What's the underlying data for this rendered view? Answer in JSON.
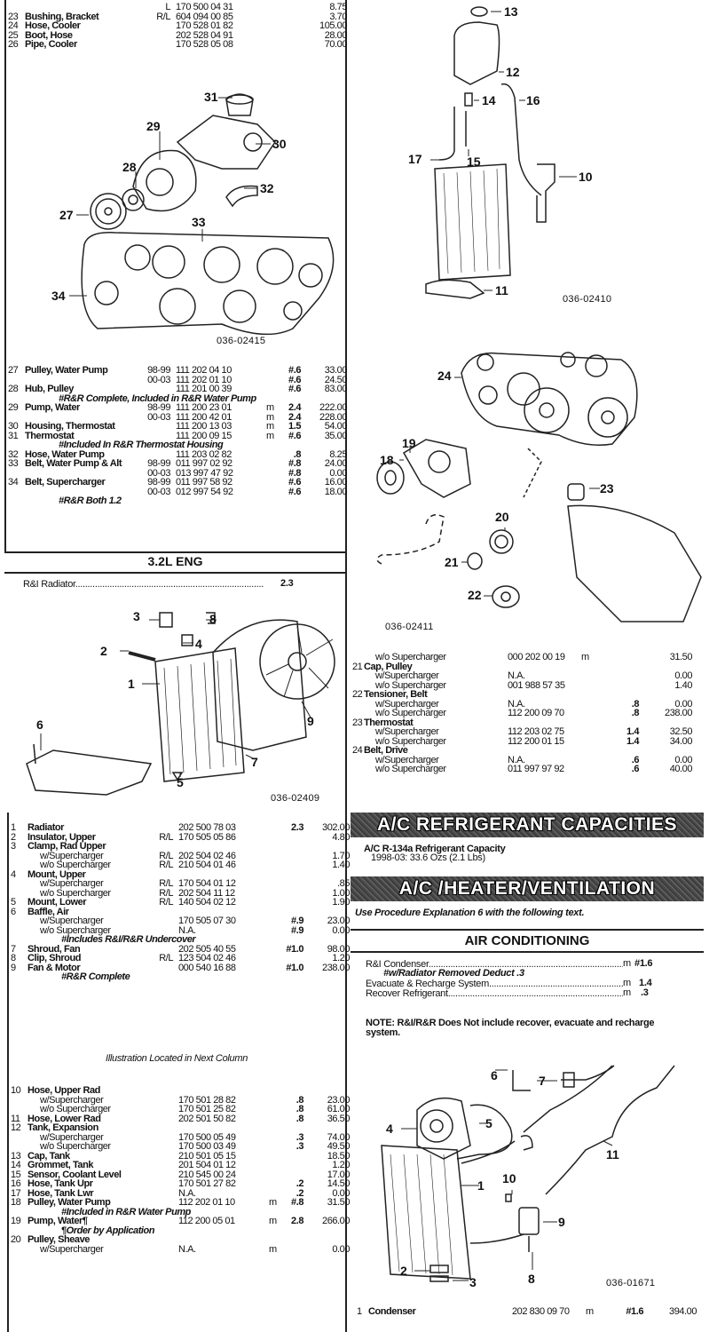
{
  "left_column": {
    "block_a": {
      "rows": [
        {
          "code": "L",
          "part": "170 500 04 31",
          "price": "8.75"
        },
        {
          "num": "23",
          "name": "Bushing, Bracket",
          "code": "R/L",
          "part": "604 094 00 85",
          "price": "3.70"
        },
        {
          "num": "24",
          "name": "Hose, Cooler",
          "part": "170 528 01 82",
          "price": "105.00"
        },
        {
          "num": "25",
          "name": "Boot, Hose",
          "part": "202 528 04 91",
          "price": "28.00"
        },
        {
          "num": "26",
          "name": "Pipe, Cooler",
          "part": "170 528 05 08",
          "price": "70.00"
        }
      ]
    },
    "block_b": {
      "rows": [
        {
          "num": "27",
          "name": "Pulley, Water Pump",
          "code": "98-99",
          "part": "111 202 04 10",
          "labor": "#.6",
          "price": "33.00"
        },
        {
          "code": "00-03",
          "part": "111 202 01 10",
          "labor": "#.6",
          "price": "24.50"
        },
        {
          "num": "28",
          "name": "Hub, Pulley",
          "part": "111 201 00 39",
          "labor": "#.6",
          "price": "83.00"
        },
        {
          "note": "#R&R Complete, Included in R&R Water Pump"
        },
        {
          "num": "29",
          "name": "Pump, Water",
          "code": "98-99",
          "part": "111 200 23 01",
          "m": "m",
          "labor": "2.4",
          "price": "222.00"
        },
        {
          "code": "00-03",
          "part": "111 200 42 01",
          "m": "m",
          "labor": "2.4",
          "price": "228.00"
        },
        {
          "num": "30",
          "name": "Housing, Thermostat",
          "part": "111 200 13 03",
          "m": "m",
          "labor": "1.5",
          "price": "54.00"
        },
        {
          "num": "31",
          "name": "Thermostat",
          "part": "111 200 09 15",
          "m": "m",
          "labor": "#.6",
          "price": "35.00"
        },
        {
          "note": "#Included In R&R Thermostat Housing"
        },
        {
          "num": "32",
          "name": "Hose, Water Pump",
          "part": "111 203 02 82",
          "labor": ".8",
          "price": "8.25"
        },
        {
          "num": "33",
          "name": "Belt, Water Pump & Alt",
          "code": "98-99",
          "part": "011 997 02 92",
          "labor": "#.8",
          "price": "24.00"
        },
        {
          "code": "00-03",
          "part": "013 997 47 92",
          "labor": "#.8",
          "price": "0.00"
        },
        {
          "num": "34",
          "name": "Belt, Supercharger",
          "code": "98-99",
          "part": "011 997 58 92",
          "labor": "#.6",
          "price": "16.00"
        },
        {
          "code": "00-03",
          "part": "012 997 54 92",
          "labor": "#.6",
          "price": "18.00"
        },
        {
          "note": "#R&R Both 1.2"
        }
      ]
    },
    "section_header": "3.2L ENG",
    "ri_radiator": {
      "label": "R&I Radiator",
      "dots": "..........................................................................................",
      "value": "2.3"
    },
    "block_c": {
      "rows": [
        {
          "num": "1",
          "name": "Radiator",
          "part": "202 500 78 03",
          "labor": "2.3",
          "price": "302.00"
        },
        {
          "num": "2",
          "name": "Insulator, Upper",
          "code": "R/L",
          "part": "170 505 05 86",
          "price": "4.80"
        },
        {
          "num": "3",
          "name": "Clamp, Rad Upper"
        },
        {
          "sub": "w/Supercharger",
          "code": "R/L",
          "part": "202 504 02 46",
          "price": "1.70"
        },
        {
          "sub": "w/o Supercharger",
          "code": "R/L",
          "part": "210 504 01 46",
          "price": "1.40"
        },
        {
          "num": "4",
          "name": "Mount, Upper"
        },
        {
          "sub": "w/Supercharger",
          "code": "R/L",
          "part": "170 504 01 12",
          "price": ".85"
        },
        {
          "sub": "w/o Supercharger",
          "code": "R/L",
          "part": "202 504 11 12",
          "price": "1.00"
        },
        {
          "num": "5",
          "name": "Mount, Lower",
          "code": "R/L",
          "part": "140 504 02 12",
          "price": "1.90"
        },
        {
          "num": "6",
          "name": "Baffle, Air"
        },
        {
          "sub": "w/Supercharger",
          "part": "170 505 07 30",
          "labor": "#.9",
          "price": "23.00"
        },
        {
          "sub": "w/o Supercharger",
          "part": "N.A.",
          "labor": "#.9",
          "price": "0.00"
        },
        {
          "note": "#Includes R&I/R&R Undercover"
        },
        {
          "num": "7",
          "name": "Shroud, Fan",
          "part": "202 505 40 55",
          "labor": "#1.0",
          "price": "98.00"
        },
        {
          "num": "8",
          "name": "Clip, Shroud",
          "code": "R/L",
          "part": "123 504 02 46",
          "price": "1.20"
        },
        {
          "num": "9",
          "name": "Fan & Motor",
          "part": "000 540 16 88",
          "labor": "#1.0",
          "price": "238.00"
        },
        {
          "note": "#R&R Complete"
        }
      ]
    },
    "illustration_note": "Illustration Located in Next Column",
    "block_d": {
      "rows": [
        {
          "num": "10",
          "name": "Hose, Upper Rad"
        },
        {
          "sub": "w/Supercharger",
          "part": "170 501 28 82",
          "labor": ".8",
          "price": "23.00"
        },
        {
          "sub": "w/o Supercharger",
          "part": "170 501 25 82",
          "labor": ".8",
          "price": "61.00"
        },
        {
          "num": "11",
          "name": "Hose, Lower Rad",
          "part": "202 501 50 82",
          "labor": ".8",
          "price": "36.50"
        },
        {
          "num": "12",
          "name": "Tank, Expansion"
        },
        {
          "sub": "w/Supercharger",
          "part": "170 500 05 49",
          "labor": ".3",
          "price": "74.00"
        },
        {
          "sub": "w/o Supercharger",
          "part": "170 500 03 49",
          "labor": ".3",
          "price": "49.50"
        },
        {
          "num": "13",
          "name": "Cap, Tank",
          "part": "210 501 05 15",
          "price": "18.50"
        },
        {
          "num": "14",
          "name": "Grommet, Tank",
          "part": "201 504 01 12",
          "price": "1.20"
        },
        {
          "num": "15",
          "name": "Sensor, Coolant Level",
          "part": "210 545 00 24",
          "price": "17.00"
        },
        {
          "num": "16",
          "name": "Hose, Tank Upr",
          "part": "170 501 27 82",
          "labor": ".2",
          "price": "14.50"
        },
        {
          "num": "17",
          "name": "Hose, Tank Lwr",
          "part": "N.A.",
          "labor": ".2",
          "price": "0.00"
        },
        {
          "num": "18",
          "name": "Pulley, Water Pump",
          "part": "112 202 01 10",
          "m": "m",
          "labor": "#.8",
          "price": "31.50"
        },
        {
          "note": "#Included in R&R Water Pump"
        },
        {
          "num": "19",
          "name": "Pump, Water¶",
          "part": "112 200 05 01",
          "m": "m",
          "labor": "2.8",
          "price": "266.00"
        },
        {
          "note": "¶Order by Application"
        },
        {
          "num": "20",
          "name": "Pulley, Sheave"
        },
        {
          "sub": "w/Supercharger",
          "part": "N.A.",
          "m": "m",
          "price": "0.00"
        }
      ]
    }
  },
  "right_column": {
    "block_e": {
      "rows": [
        {
          "sub": "w/o Supercharger",
          "part": "000 202 00 19",
          "m": "m",
          "price": "31.50"
        },
        {
          "num": "21",
          "name": "Cap, Pulley"
        },
        {
          "sub": "w/Supercharger",
          "part": "N.A.",
          "price": "0.00"
        },
        {
          "sub": "w/o Supercharger",
          "part": "001 988 57 35",
          "price": "1.40"
        },
        {
          "num": "22",
          "name": "Tensioner, Belt"
        },
        {
          "sub": "w/Supercharger",
          "part": "N.A.",
          "labor": ".8",
          "price": "0.00"
        },
        {
          "sub": "w/o Supercharger",
          "part": "112 200 09 70",
          "labor": ".8",
          "price": "238.00"
        },
        {
          "num": "23",
          "name": "Thermostat"
        },
        {
          "sub": "w/Supercharger",
          "part": "112 203 02 75",
          "labor": "1.4",
          "price": "32.50"
        },
        {
          "sub": "w/o Supercharger",
          "part": "112 200 01 15",
          "labor": "1.4",
          "price": "34.00"
        },
        {
          "num": "24",
          "name": "Belt, Drive"
        },
        {
          "sub": "w/Supercharger",
          "part": "N.A.",
          "labor": ".6",
          "price": "0.00"
        },
        {
          "sub": "w/o Supercharger",
          "part": "011 997 97 92",
          "labor": ".6",
          "price": "40.00"
        }
      ]
    },
    "refrigerant_banner": "A/C REFRIGERANT CAPACITIES",
    "refrigerant_title": "A/C R-134a Refrigerant Capacity",
    "refrigerant_value": "1998-03: 33.6 Ozs (2.1 Lbs)",
    "hvac_banner": "A/C /HEATER/VENTILATION",
    "procedure_note": "Use Procedure Explanation 6 with the following text.",
    "ac_header": "AIR CONDITIONING",
    "ac_ops": [
      {
        "label": "R&I Condenser",
        "dots": "..........................................................................................",
        "m": "m",
        "value": "#1.6"
      },
      {
        "note": "#w/Radiator Removed Deduct .3"
      },
      {
        "label": "Evacuate & Recharge System",
        "dots": "..........................................................................................",
        "m": "m",
        "value": "1.4"
      },
      {
        "label": "Recover Refrigerant",
        "dots": "..........................................................................................",
        "m": "m",
        "value": ".3"
      }
    ],
    "ac_note": "NOTE: R&I/R&R Does Not include recover, evacuate and recharge system.",
    "block_f": {
      "rows": [
        {
          "num": "1",
          "name": "Condenser",
          "part": "202 830 09 70",
          "m": "m",
          "labor": "#1.6",
          "price": "394.00"
        }
      ]
    }
  },
  "figures": {
    "fig_water_pump": {
      "id": "036-02415",
      "callouts": [
        "31",
        "29",
        "30",
        "28",
        "32",
        "27",
        "33",
        "34"
      ]
    },
    "fig_radiator": {
      "id": "036-02409",
      "callouts": [
        "3",
        "8",
        "4",
        "2",
        "1",
        "9",
        "6",
        "7",
        "5"
      ]
    },
    "fig_tank": {
      "id": "036-02410",
      "callouts": [
        "13",
        "12",
        "14",
        "16",
        "17",
        "15",
        "10",
        "11"
      ]
    },
    "fig_belt": {
      "id": "036-02411",
      "callouts": [
        "24",
        "19",
        "18",
        "23",
        "20",
        "21",
        "22"
      ]
    },
    "fig_condenser": {
      "id": "036-01671",
      "callouts": [
        "6",
        "7",
        "4",
        "5",
        "1",
        "10",
        "11",
        "9",
        "2",
        "8",
        "3"
      ]
    }
  }
}
